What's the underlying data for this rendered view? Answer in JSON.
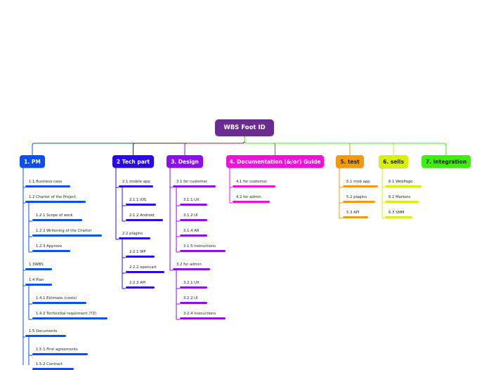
{
  "root": {
    "label": "WBS Foot ID",
    "color": "#6b2c91"
  },
  "branches": [
    {
      "label": "1. PM",
      "color": "#0a4ff0",
      "items": [
        {
          "label": "1.1 Business case",
          "level": 1
        },
        {
          "label": "1.2 Charter of the Project",
          "level": 1
        },
        {
          "label": "1.2.1 Scope of work",
          "level": 2
        },
        {
          "label": "1.2.2 Writening of the Charter",
          "level": 2
        },
        {
          "label": "1.2.3 Approve",
          "level": 2
        },
        {
          "label": "1.3WBS",
          "level": 1
        },
        {
          "label": "1.4 Plan",
          "level": 1
        },
        {
          "label": "1.4.1 Estimate (costs)",
          "level": 2
        },
        {
          "label": "1.4.2 Technickal requirment (TZ)",
          "level": 2
        },
        {
          "label": "1.5 Documents",
          "level": 1
        },
        {
          "label": "1.5.1 First agreements",
          "level": 2
        },
        {
          "label": "1.5.2 Contract",
          "level": 2
        }
      ]
    },
    {
      "label": "2 Tech part",
      "color": "#2a08e8",
      "items": [
        {
          "label": "2.1 mobile app",
          "level": 1
        },
        {
          "label": "2.1.1 IOS",
          "level": 2
        },
        {
          "label": "2.1.2 Android",
          "level": 2
        },
        {
          "label": "2.2 plagins",
          "level": 1
        },
        {
          "label": "2.2.1 WP",
          "level": 2
        },
        {
          "label": "2.2.2 opencart",
          "level": 2
        },
        {
          "label": "2.2.3 API",
          "level": 2
        }
      ]
    },
    {
      "label": "3. Design",
      "color": "#8c0ef0",
      "items": [
        {
          "label": "3.1 for customer",
          "level": 1
        },
        {
          "label": "3.1.1 UX",
          "level": 2
        },
        {
          "label": "3.1.2 UI",
          "level": 2
        },
        {
          "label": "3.1.4 AR",
          "level": 2
        },
        {
          "label": "3.1.5 instructions",
          "level": 2
        },
        {
          "label": "3.2 for admin",
          "level": 1
        },
        {
          "label": "3.2.1 UX",
          "level": 2
        },
        {
          "label": "3.2.2 UI",
          "level": 2
        },
        {
          "label": "3.2.4 Instructions",
          "level": 2
        }
      ]
    },
    {
      "label": "4. Documentation (&/or) Guide",
      "color": "#f010d8",
      "items": [
        {
          "label": "4.1 for customer",
          "level": 1
        },
        {
          "label": "4.2 for admin",
          "level": 1
        }
      ]
    },
    {
      "label": "5. test",
      "color": "#f59a0a",
      "dark_text": true,
      "items": [
        {
          "label": "5.1 mob app",
          "level": 1
        },
        {
          "label": "5.2 plagins",
          "level": 1
        },
        {
          "label": "5.3 API",
          "level": 1
        }
      ]
    },
    {
      "label": "6. sells",
      "color": "#d8f00a",
      "dark_text": true,
      "items": [
        {
          "label": "6.1 WebPage",
          "level": 1
        },
        {
          "label": "6.2 Markets",
          "level": 1
        },
        {
          "label": "6.3 SMM",
          "level": 1
        }
      ]
    },
    {
      "label": "7. Integration",
      "color": "#3cf00a",
      "dark_text": true,
      "items": []
    }
  ]
}
